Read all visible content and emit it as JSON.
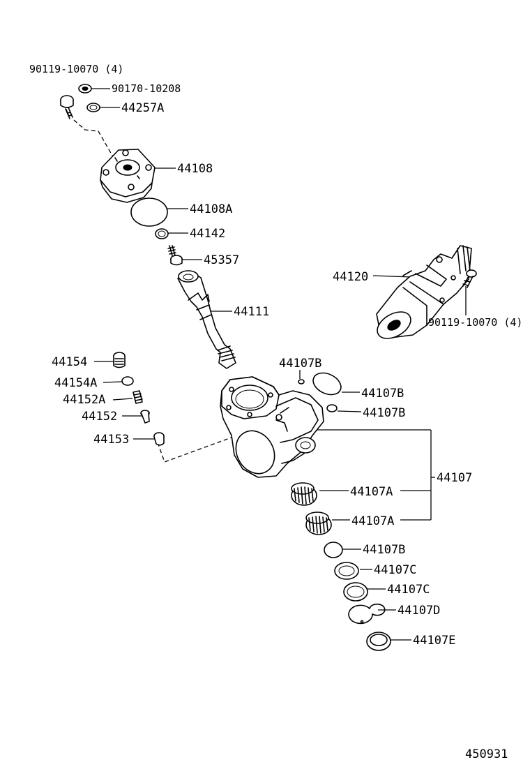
{
  "diagram_id": "450931",
  "callouts": {
    "bolt_top": "90119-10070 (4)",
    "washer_top": "90170-10208",
    "ring_44257a": "44257A",
    "cover": "44108",
    "oring_44108a": "44108A",
    "ring_44142": "44142",
    "screw_45357": "45357",
    "shaft": "44111",
    "valve_assy": "44120",
    "bolt_right": "90119-10070 (4)",
    "plug_44154": "44154",
    "oring_44154a": "44154A",
    "screw_44152a": "44152A",
    "fitting_44152": "44152",
    "fitting_44153": "44153",
    "seal_44107b_1": "44107B",
    "seal_44107b_2": "44107B",
    "seal_44107b_3": "44107B",
    "housing": "44107",
    "bearing_44107a_1": "44107A",
    "bearing_44107a_2": "44107A",
    "seal_44107b_4": "44107B",
    "seal_44107c_1": "44107C",
    "seal_44107c_2": "44107C",
    "snapring_44107d": "44107D",
    "seal_44107e": "44107E"
  }
}
